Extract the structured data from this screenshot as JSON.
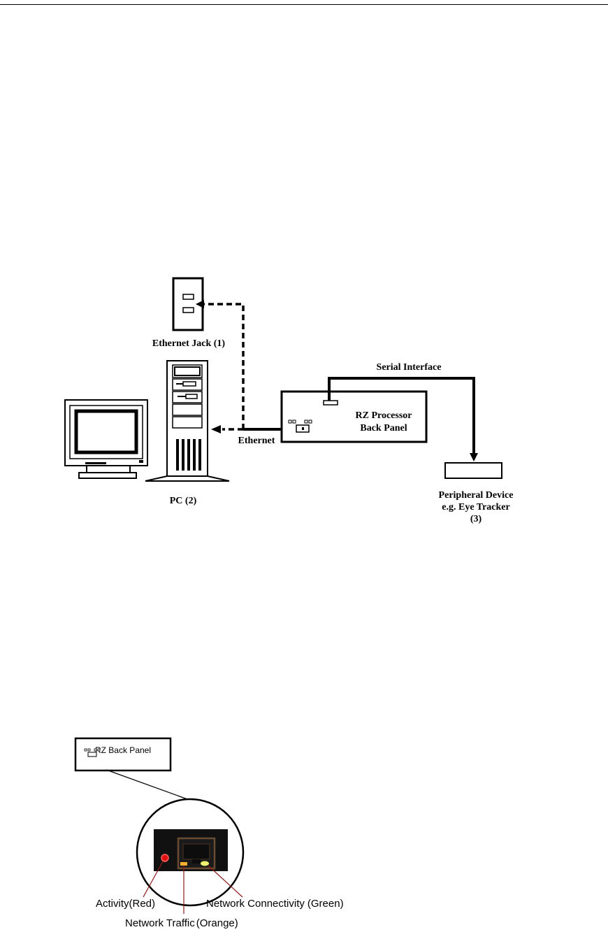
{
  "diagram1": {
    "ethernet_jack_label": "Ethernet Jack (1)",
    "pc_label": "PC (2)",
    "serial_interface_label": "Serial Interface",
    "processor_label_line1": "RZ Processor",
    "processor_label_line2": "Back Panel",
    "ethernet_label": "Ethernet",
    "peripheral_line1": "Peripheral Device",
    "peripheral_line2": "e.g. Eye Tracker",
    "peripheral_line3": "(3)"
  },
  "diagram2": {
    "back_panel_label": "RZ Back Panel",
    "activity_label": "Activity",
    "activity_color": "(Red)",
    "traffic_label": "Network Traffic",
    "traffic_color": "(Orange)",
    "connectivity_label": "Network Connectivity",
    "connectivity_color": "(Green)"
  },
  "colors": {
    "leader_line": "#8b1a1a",
    "activity_led": "#e01010",
    "traffic_led": "#ffb030",
    "connectivity_led": "#f0f070"
  }
}
